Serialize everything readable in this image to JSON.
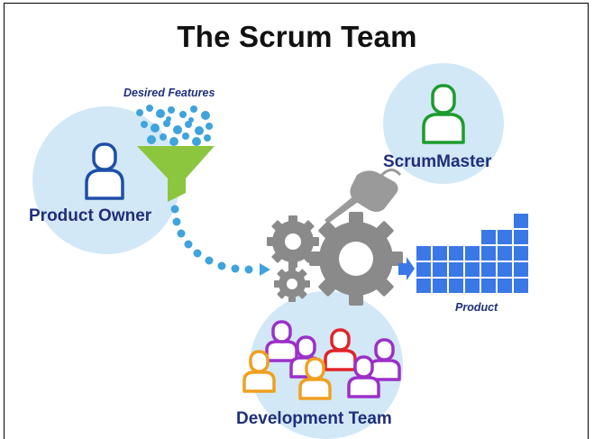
{
  "title": "The Scrum Team",
  "roles": {
    "product_owner": "Product Owner",
    "scrum_master": "ScrumMaster",
    "development_team": "Development Team"
  },
  "labels": {
    "desired_features": "Desired Features",
    "product": "Product"
  },
  "colors": {
    "circle_fill": "#d2e8f7",
    "product_owner_icon": "#1f4fa8",
    "scrum_master_icon": "#1d9b2e",
    "funnel": "#8cc63f",
    "feature_dots": "#3fa3dd",
    "gears": "#8a8a8a",
    "product_blocks": "#3b78e7",
    "team_orange": "#f0a020",
    "team_purple": "#9b30c8",
    "team_red": "#e0242b",
    "label_text": "#1f2f7a"
  },
  "icons": [
    "person-icon",
    "funnel-icon",
    "gear-icon",
    "watering-can-icon",
    "arrow-icon",
    "product-blocks-icon"
  ]
}
